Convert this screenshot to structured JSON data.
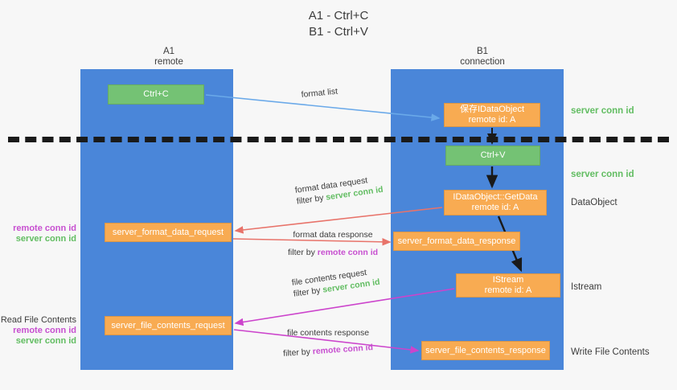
{
  "title": "A1 - Ctrl+C\nB1 - Ctrl+V",
  "columns": {
    "a1": "A1\nremote",
    "b1": "B1\nconnection"
  },
  "boxes": {
    "ctrl_c": "Ctrl+C",
    "idataobject": "保存IDataObject\nremote id: A",
    "ctrl_v": "Ctrl+V",
    "getdata": "IDataObject::GetData\nremote id: A",
    "server_format_data_request": "server_format_data_request",
    "server_format_data_response": "server_format_data_response",
    "istream": "IStream\nremote id: A",
    "server_file_contents_request": "server_file_contents_request",
    "server_file_contents_response": "server_file_contents_response"
  },
  "right_labels": {
    "server_conn_id_1": "server conn id",
    "server_conn_id_2": "server conn id",
    "dataobject": "DataObject",
    "istream": "Istream",
    "write_file_contents": "Write File Contents"
  },
  "left_labels": {
    "group1": {
      "remote": "remote conn id",
      "server": "server conn id"
    },
    "group2": {
      "heading": "Read File Contents",
      "remote": "remote conn id",
      "server": "server conn id"
    }
  },
  "messages": {
    "format_list": "format list",
    "format_data_request": "format data request",
    "format_data_request_filter_prefix": "filter by ",
    "format_data_request_filter_value": "server conn id",
    "format_data_response": "format data response",
    "format_data_response_filter_prefix": "filter by ",
    "format_data_response_filter_value": "remote conn id",
    "file_contents_request": "file contents request",
    "file_contents_request_filter_prefix": "filter by ",
    "file_contents_request_filter_value": "server conn id",
    "file_contents_response": "file contents response",
    "file_contents_response_filter_prefix": "filter by ",
    "file_contents_response_filter_value": "remote conn id"
  },
  "colors": {
    "lane": "#4a86d9",
    "orange": "#f8ab52",
    "green": "#74c274",
    "server_conn": "#62bd62",
    "remote_conn": "#c74fd0",
    "arrow_blue": "#6aa9e9",
    "arrow_red": "#e8736a",
    "arrow_magenta": "#cc44cc",
    "arrow_black": "#1a1a1a"
  }
}
